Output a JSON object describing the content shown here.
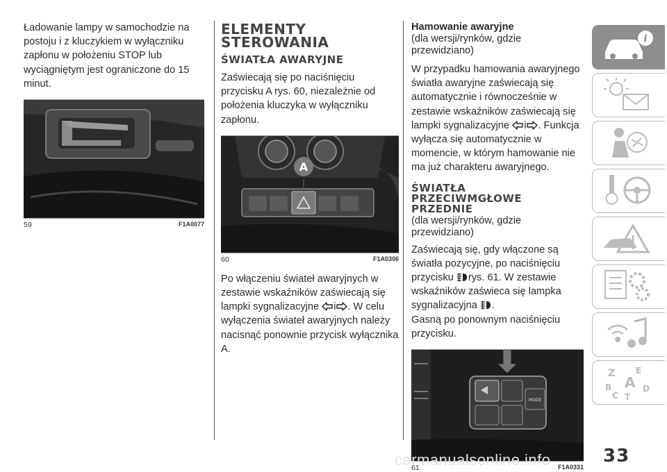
{
  "col1": {
    "intro": "Ładowanie lampy w samochodzie na postoju i z kluczykiem w wyłączniku zapłonu w położeniu STOP lub wyciągniętym jest ograniczone do 15 minut.",
    "fig_num": "59",
    "fig_code": "F1A0077"
  },
  "col2": {
    "title_line1": "ELEMENTY",
    "title_line2": "STEROWANIA",
    "subtitle": "ŚWIATŁA AWARYJNE",
    "para1": "Zaświecają się po naciśnięciu przycisku A rys. 60, niezależnie od położenia kluczyka w wyłączniku zapłonu.",
    "fig_num": "60",
    "fig_code": "F1A0306",
    "fig_label": "A",
    "para2_a": "Po włączeniu świateł awaryjnych w zestawie wskaźników zaświecają się lampki sygnalizacyjne",
    "para2_and": "i",
    "para2_b": ". W celu wyłączenia świateł awaryjnych należy nacisnąć ponownie przycisk wyłącznika A."
  },
  "col3": {
    "h_brake": "Hamowanie awaryjne",
    "brake_note": "(dla wersji/rynków, gdzie przewidziano)",
    "brake_a": "W przypadku hamowania awaryjnego światła awaryjne zaświecają się automatycznie i równocześnie w zestawie wskaźników zaświecają się lampki sygnalizacyjne",
    "brake_and": "i",
    "brake_b": ". Funkcja wyłącza się automatycznie w momencie, w którym hamowanie nie ma już charakteru awaryjnego.",
    "h_fog1": "ŚWIATŁA",
    "h_fog2": "PRZECIWMGŁOWE",
    "h_fog3": "PRZEDNIE",
    "fog_note": "(dla wersji/rynków, gdzie przewidziano)",
    "fog_a": "Zaświecają się, gdy włączone są światła pozycyjne, po naciśnięciu przycisku",
    "fog_b": "rys. 61. W zestawie wskaźników zaświeca się lampka sygnalizacyjna",
    "fog_c": ".",
    "fog_off": "Gasną po ponownym naciśnięciu przycisku.",
    "fig_num": "61",
    "fig_code": "F1A0331",
    "mode_label": "MODE"
  },
  "page_number": "33",
  "watermark": "carmanualsonline.info",
  "tabs": [
    "car-info-icon",
    "warning-light-icon",
    "airbag-person-icon",
    "steering-key-icon",
    "road-warning-icon",
    "maintenance-gear-icon",
    "multimedia-icon",
    "index-letters-icon"
  ]
}
